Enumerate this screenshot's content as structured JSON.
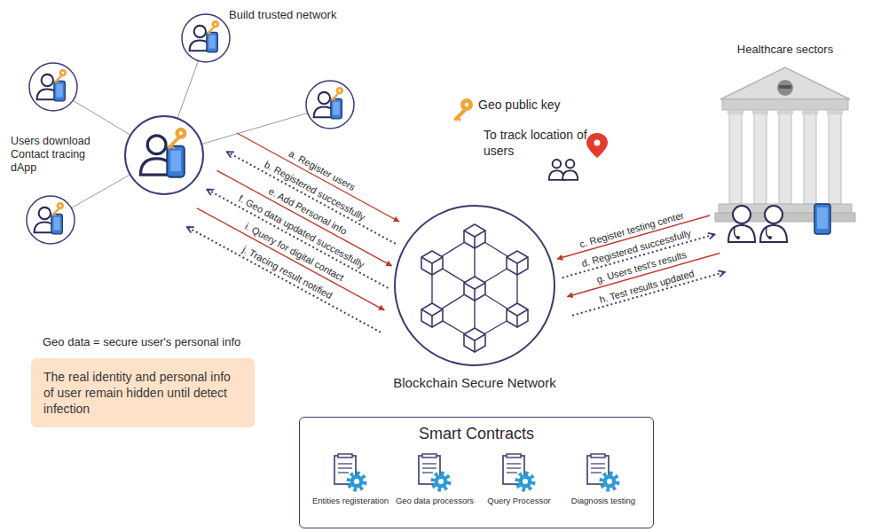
{
  "diagram": {
    "nodes": [
      {
        "text": [
          "Users download Contact tracing dApp"
        ]
      },
      {
        "text": [
          "Blockchain Secure Network"
        ]
      },
      {
        "text": [
          "Healthcare sectors"
        ]
      },
      {
        "text": [
          "The real identity and personal info of user remain hidden until detect infection"
        ]
      },
      {
        "text": [
          "Smart Contracts"
        ]
      },
      {
        "text": [
          "Entities registeration"
        ],
        "in": 4
      },
      {
        "text": [
          "Geo data processors"
        ],
        "in": 4
      },
      {
        "text": [
          "Query Processor"
        ],
        "in": 4
      },
      {
        "text": [
          "Diagnosis testing"
        ],
        "in": 4
      }
    ],
    "edges": [
      {
        "from": 0,
        "to": 1,
        "label": "a. Register users",
        "arrow": "to"
      },
      {
        "from": 1,
        "to": 0,
        "label": "b. Registered successfully",
        "arrow": "to"
      },
      {
        "from": 2,
        "to": 1,
        "label": "c. Register testing center",
        "arrow": "to"
      },
      {
        "from": 1,
        "to": 2,
        "label": "d. Registered successfully",
        "arrow": "to"
      },
      {
        "from": 0,
        "to": 1,
        "label": "e. Add Personal info",
        "arrow": "to"
      },
      {
        "from": 1,
        "to": 0,
        "label": "f. Geo data updated successfully",
        "arrow": "to"
      },
      {
        "from": 2,
        "to": 1,
        "label": "g. Users test's results",
        "arrow": "to"
      },
      {
        "from": 1,
        "to": 2,
        "label": "h. Test results updated",
        "arrow": "to"
      },
      {
        "from": 0,
        "to": 1,
        "label": "i. Query for digital contact",
        "arrow": "to"
      },
      {
        "from": 1,
        "to": 0,
        "label": "j. Tracing result notified",
        "arrow": "to"
      }
    ],
    "labels": [
      "Build trusted network",
      "Geo public key",
      "To track location of users",
      "Geo data = secure user's personal info"
    ]
  }
}
